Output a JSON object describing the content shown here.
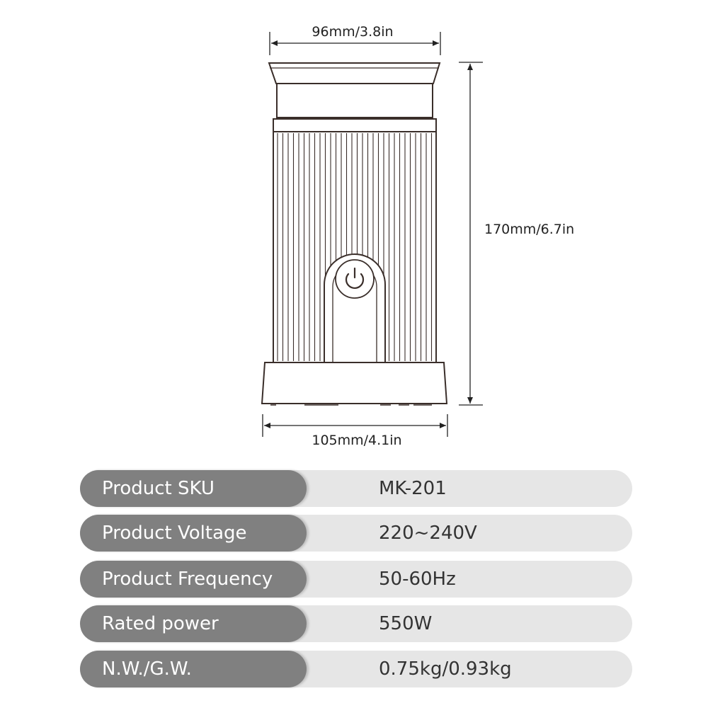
{
  "dimensions": {
    "top_width": "96mm/3.8in",
    "height": "170mm/6.7in",
    "base_width": "105mm/4.1in"
  },
  "device": {
    "button_icon": "power-icon"
  },
  "colors": {
    "outline": "#3a2e2a",
    "label_pill": "#808080",
    "value_pill": "#e6e6e6"
  },
  "specs": [
    {
      "label": "Product SKU",
      "value": "MK-201"
    },
    {
      "label": "Product Voltage",
      "value": "220~240V"
    },
    {
      "label": "Product Frequency",
      "value": "50-60Hz"
    },
    {
      "label": "Rated power",
      "value": "550W"
    },
    {
      "label": "N.W./G.W.",
      "value": "0.75kg/0.93kg"
    }
  ]
}
